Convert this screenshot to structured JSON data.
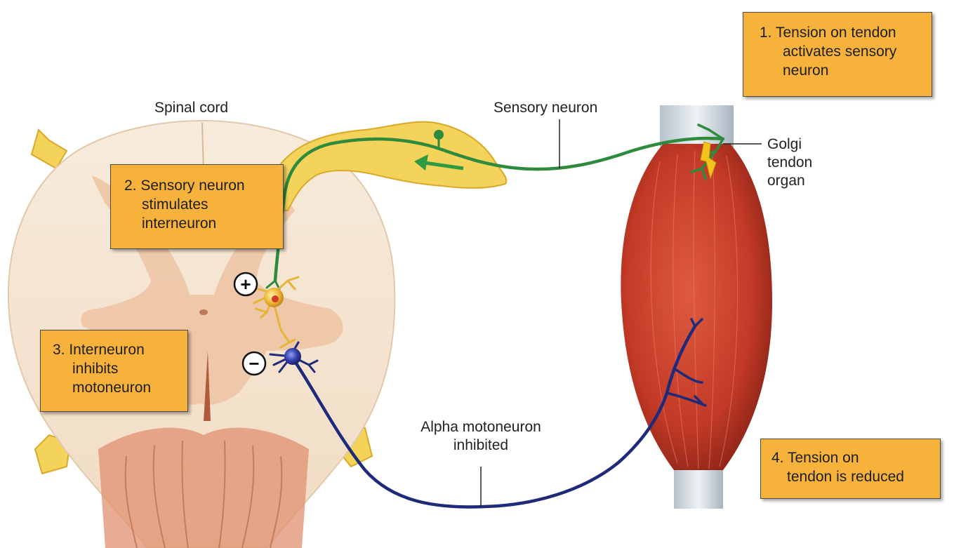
{
  "labels": {
    "spinal_cord": "Spinal cord",
    "sensory_neuron": "Sensory neuron",
    "golgi": [
      "Golgi",
      "tendon",
      "organ"
    ],
    "alpha_motoneuron": [
      "Alpha motoneuron",
      "inhibited"
    ],
    "plus_sign": "+",
    "minus_sign": "−"
  },
  "steps": [
    {
      "lines": [
        "1. Tension on tendon",
        "activates sensory",
        "neuron"
      ]
    },
    {
      "lines": [
        "2. Sensory neuron",
        "stimulates",
        "interneuron"
      ]
    },
    {
      "lines": [
        "3. Interneuron",
        "inhibits",
        "motoneuron"
      ]
    },
    {
      "lines": [
        "4. Tension on",
        "tendon is reduced"
      ]
    }
  ],
  "colors": {
    "sensory_neuron": "#2e8b3e",
    "motoneuron": "#1f2a7a",
    "interneuron": "#e7b43a",
    "label_box": "#f6b23a",
    "muscle": "#c8402c",
    "tendon": "#c9d2da",
    "spinal_white_matter": "#f6e8d6",
    "spinal_gray_matter": "#e8b896",
    "spinal_root": "#f3d35a"
  }
}
